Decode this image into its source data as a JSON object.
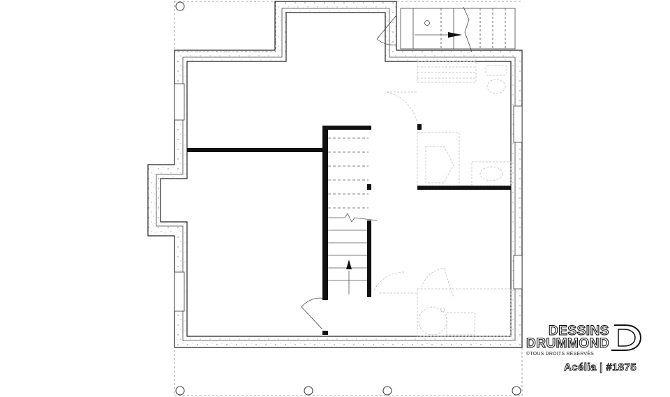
{
  "brand": {
    "name_line1": "DESSINS",
    "name_line2": "DRUMMOND",
    "rights": "©TOUS DROITS RÉSERVÉS"
  },
  "caption": "Acélia | #1875",
  "colors": {
    "wall": "#111111",
    "line": "#555555",
    "fixture": "#c4c4c4",
    "concrete_dot": "#888888"
  }
}
